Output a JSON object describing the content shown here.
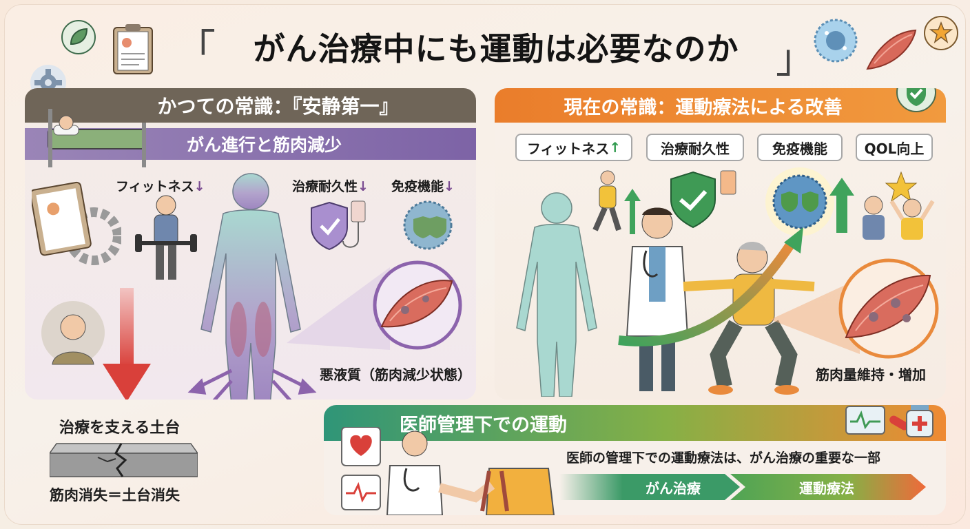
{
  "title": "がん治療中にも運動は必要なのか",
  "title_brackets": {
    "open": "「",
    "close": "」"
  },
  "left": {
    "header": "かつての常識：『安静第一』",
    "subheader": "がん進行と筋肉減少",
    "labels": {
      "fitness": "フィットネス",
      "treatment_tolerance": "治療耐久性",
      "immune_function": "免疫機能",
      "cachexia": "悪液質（筋肉減少状態）"
    },
    "down_arrow": "↓",
    "foundation_title": "治療を支える土台",
    "foundation_sub": "筋肉消失＝土台消失"
  },
  "right": {
    "header": "現在の常識：運動療法による改善",
    "tags": [
      "フィットネス",
      "治療耐久性",
      "免疫機能",
      "QOL向上"
    ],
    "up_arrow": "↑",
    "muscle_label": "筋肉量維持・増加"
  },
  "bottom": {
    "header": "医師管理下での運動",
    "text": "医師の管理下での運動療法は、がん治療の重要な一部",
    "steps": [
      "がん治療",
      "運動療法"
    ]
  },
  "colors": {
    "left_header": "#6f6558",
    "left_sub": "#8a72ad",
    "right_header": "#ee8a35",
    "body_teal": "#a9d8d0",
    "muscle_red": "#d96c5e",
    "arrow_red": "#d9403a",
    "arrow_green": "#2f9a4d"
  }
}
